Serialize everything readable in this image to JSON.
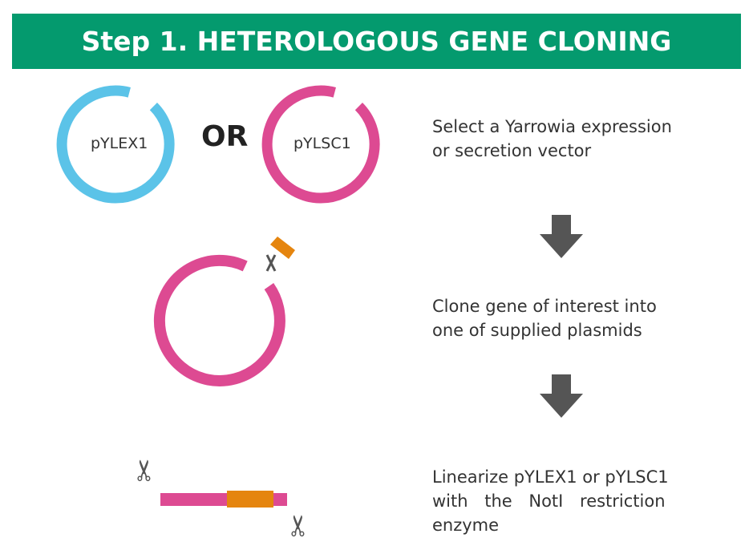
{
  "header": {
    "title": "Step 1. HETEROLOGOUS GENE CLONING"
  },
  "plasmids": {
    "expression": "pYLEX1",
    "connector": "OR",
    "secretion": "pYLSC1"
  },
  "steps": [
    {
      "line1": "Select a Yarrowia expression",
      "line2": "or secretion vector"
    },
    {
      "line1": "Clone gene of interest into",
      "line2": "one of supplied plasmids"
    },
    {
      "line1": "Linearize pYLEX1 or pYLSC1",
      "line2": "with the NotI restriction",
      "line3": "enzyme"
    }
  ],
  "colors": {
    "header": "#049a6e",
    "blue": "#5bc3e8",
    "pink": "#dd4a92",
    "orange": "#e5850f",
    "arrow": "#555555"
  }
}
